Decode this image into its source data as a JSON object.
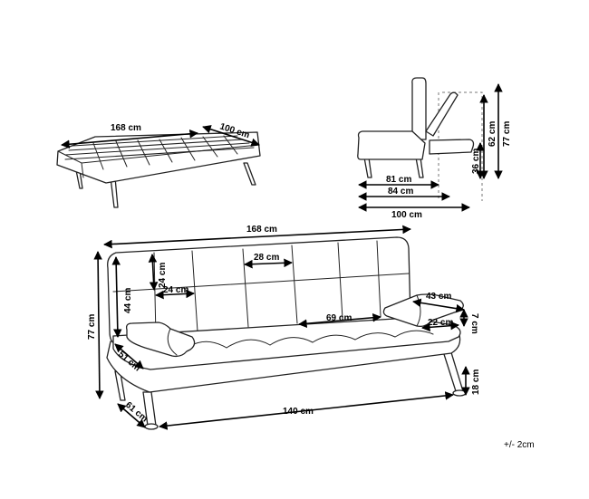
{
  "top_view": {
    "width_label": "168 cm",
    "depth_label": "100 cm"
  },
  "side_view": {
    "seat_depth_label": "81 cm",
    "sofa_depth_label": "84 cm",
    "bed_depth_label": "100 cm",
    "seat_height_label": "36 cm",
    "back_height_label": "62 cm",
    "total_height_label": "77 cm"
  },
  "front_view": {
    "total_width_label": "168 cm",
    "cushion_width_label": "28 cm",
    "back_cushion_height_label": "24 cm",
    "armrest_width_label": "24 cm",
    "backrest_height_label": "44 cm",
    "total_height_label": "77 cm",
    "seat_width_label": "69 cm",
    "armrest_length_label": "43 cm",
    "armrest_inner_label": "22 cm",
    "armrest_height_label": "7 cm",
    "seat_depth_label": "51 cm",
    "base_depth_label": "61 cm",
    "base_width_label": "140 cm",
    "leg_height_label": "18 cm"
  },
  "tolerance": "+/- 2cm"
}
